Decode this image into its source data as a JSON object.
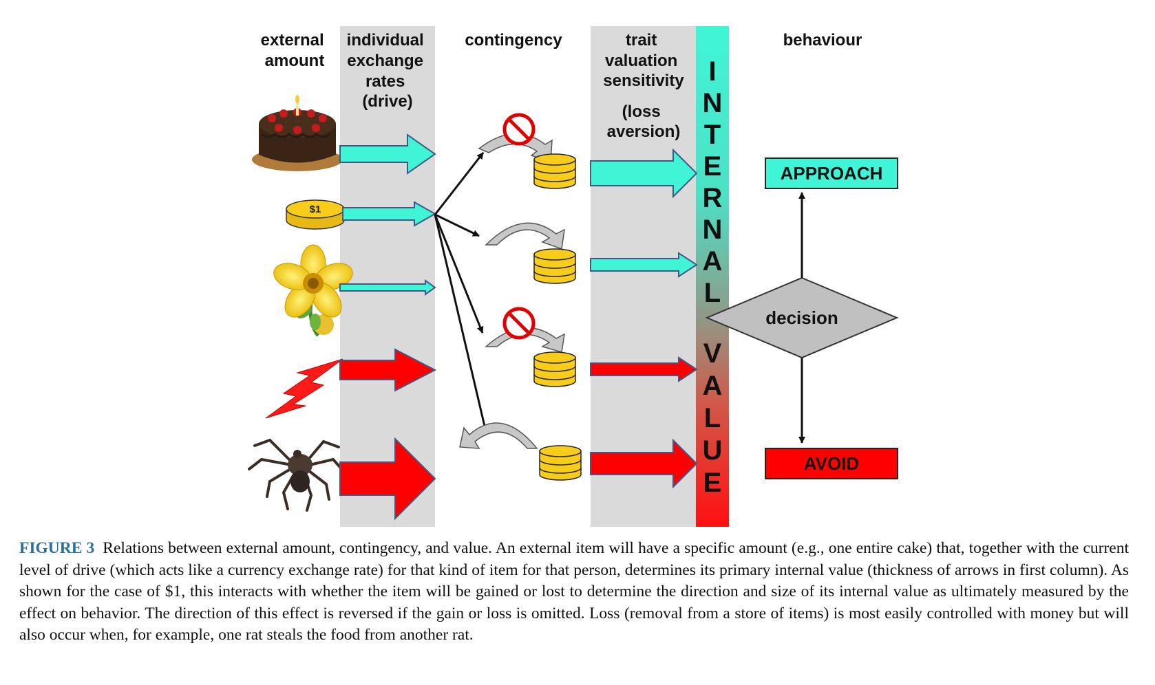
{
  "headers": {
    "external_amount": [
      "external",
      "amount"
    ],
    "exchange_rates": [
      "individual",
      "exchange",
      "rates",
      "(drive)"
    ],
    "contingency": "contingency",
    "trait": [
      "trait",
      "valuation",
      "sensitivity"
    ],
    "loss_aversion": [
      "(loss",
      "aversion)"
    ],
    "behaviour": "behaviour"
  },
  "coin_label": "$1",
  "internal_value_letters": [
    "I",
    "N",
    "T",
    "E",
    "R",
    "N",
    "A",
    "L",
    "V",
    "A",
    "L",
    "U",
    "E"
  ],
  "decision_label": "decision",
  "approach_label": "APPROACH",
  "avoid_label": "AVOID",
  "caption": {
    "figure_label": "FIGURE 3",
    "text": "Relations between external amount, contingency, and value. An external item will have a specific amount (e.g., one entire cake) that, together with the current level of drive (which acts like a currency exchange rate) for that kind of item for that person, determines its primary internal value (thickness of arrows in first column). As shown for the case of $1, this interacts with whether the item will be gained or lost to determine the direction and size of its internal value as ultimately measured by the effect on behavior. The direction of this effect is reversed if the gain or loss is omitted. Loss (removal from a store of items) is most easily controlled with money but will also occur when, for example, one rat steals the food from another rat."
  },
  "colors": {
    "positive": "#40f5d6",
    "negative": "#ff0000",
    "column_bg": "#dadada",
    "arrow_outline": "#3f5a86",
    "coin": "#f7cc1a",
    "caption_label": "#2a6f9a"
  },
  "icons": [
    "cake-icon",
    "coin-icon",
    "flower-icon",
    "lightning-icon",
    "spider-icon"
  ]
}
